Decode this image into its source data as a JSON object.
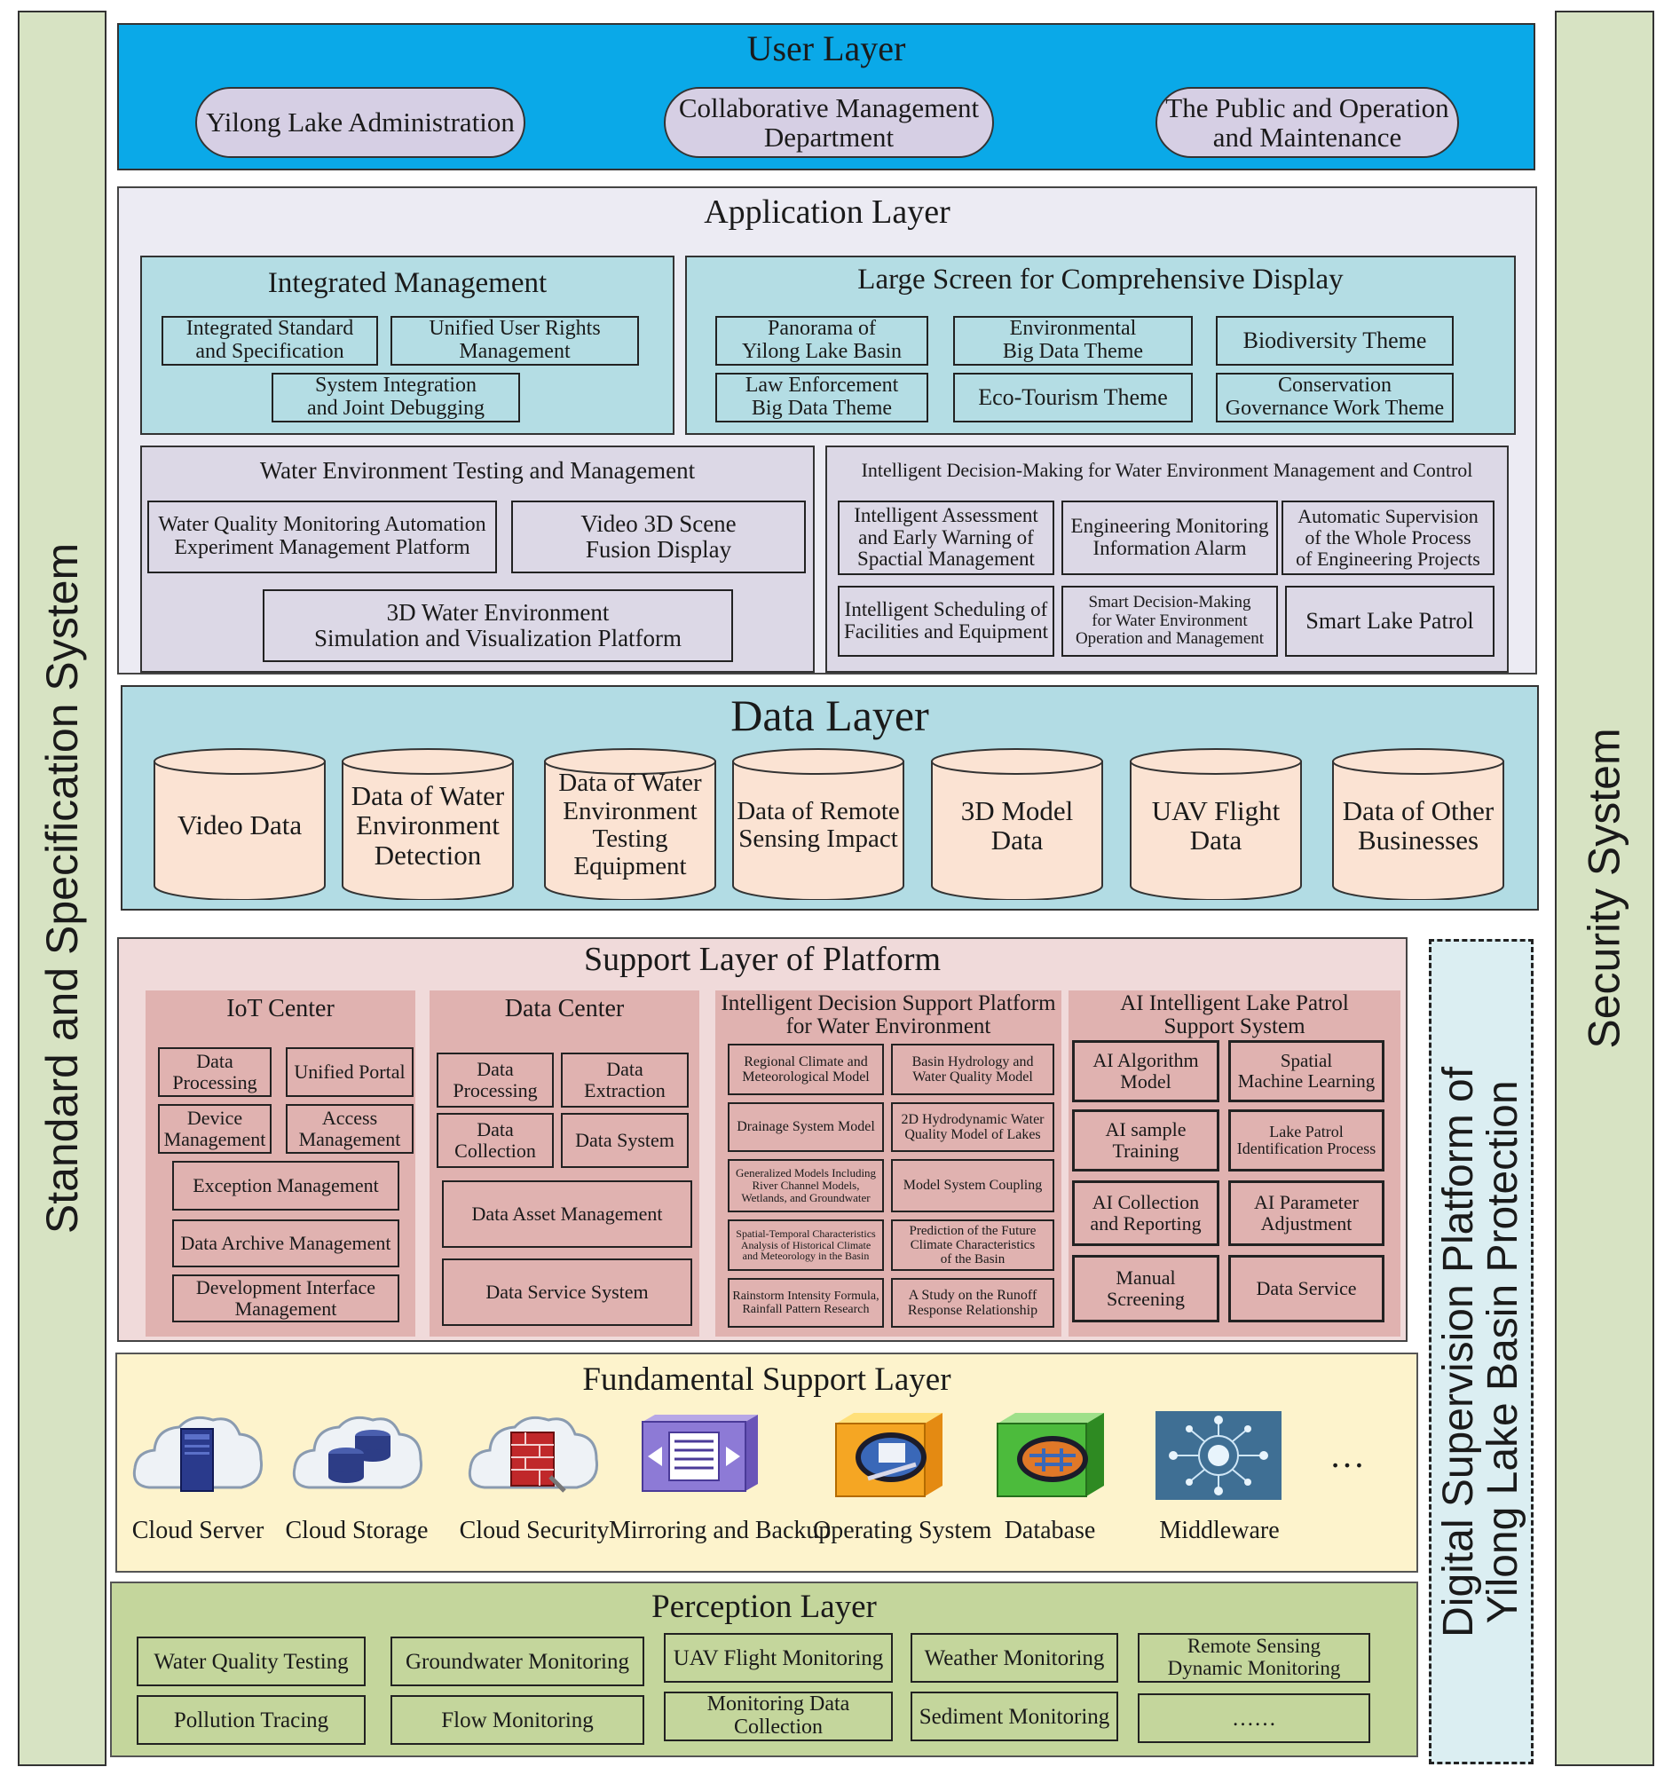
{
  "side": {
    "left": "Standard and Specification System",
    "right": "Security System"
  },
  "platform": {
    "title": "Digital Supervision Platform of\nYilong Lake Basin Protection"
  },
  "user_layer": {
    "title": "User Layer",
    "items": [
      "Yilong Lake Administration",
      "Collaborative Management\nDepartment",
      "The Public and Operation\nand Maintenance"
    ]
  },
  "application_layer": {
    "title": "Application Layer",
    "integrated_management": {
      "title": "Integrated Management",
      "items": [
        "Integrated Standard\nand Specification",
        "Unified User Rights\nManagement",
        "System Integration\nand Joint Debugging"
      ]
    },
    "large_screen": {
      "title": "Large Screen for Comprehensive Display",
      "items": [
        "Panorama of\nYilong Lake Basin",
        "Environmental\nBig Data Theme",
        "Biodiversity Theme",
        "Law Enforcement\nBig Data Theme",
        "Eco-Tourism Theme",
        "Conservation\nGovernance Work Theme"
      ]
    },
    "water_env": {
      "title": "Water Environment Testing and Management",
      "items": [
        "Water Quality Monitoring Automation\nExperiment Management Platform",
        "Video 3D Scene\nFusion Display",
        "3D Water Environment\nSimulation and Visualization Platform"
      ]
    },
    "decision": {
      "title": "Intelligent Decision-Making for Water Environment Management and Control",
      "items": [
        "Intelligent Assessment\nand Early Warning of\nSpactial Management",
        "Engineering Monitoring\nInformation Alarm",
        "Automatic Supervision\nof the Whole Process\nof Engineering Projects",
        "Intelligent Scheduling of\nFacilities and Equipment",
        "Smart Decision-Making\nfor Water Environment\nOperation and Management",
        "Smart Lake Patrol"
      ]
    }
  },
  "data_layer": {
    "title": "Data Layer",
    "items": [
      "Video Data",
      "Data of Water\nEnvironment\nDetection",
      "Data of Water\nEnvironment\nTesting\nEquipment",
      "Data of Remote\nSensing Impact",
      "3D Model\nData",
      "UAV Flight\nData",
      "Data of Other\nBusinesses"
    ]
  },
  "support_layer": {
    "title": "Support Layer of Platform",
    "iot": {
      "title": "IoT Center",
      "items": [
        "Data\nProcessing",
        "Unified Portal",
        "Device\nManagement",
        "Access\nManagement",
        "Exception Management",
        "Data Archive Management",
        "Development Interface\nManagement"
      ]
    },
    "data_center": {
      "title": "Data Center",
      "items": [
        "Data\nProcessing",
        "Data\nExtraction",
        "Data\nCollection",
        "Data System",
        "Data Asset Management",
        "Data Service System"
      ]
    },
    "decision_support": {
      "title": "Intelligent Decision Support Platform\nfor Water Environment",
      "items": [
        "Regional Climate and\nMeteorological Model",
        "Basin Hydrology and\nWater Quality Model",
        "Drainage System Model",
        "2D Hydrodynamic Water\nQuality Model of Lakes",
        "Generalized Models Including\nRiver Channel Models,\nWetlands, and Groundwater",
        "Model System Coupling",
        "Spatial-Temporal Characteristics\nAnalysis of Historical Climate\nand Meteorology in the Basin",
        "Prediction of the Future\nClimate Characteristics\nof the Basin",
        "Rainstorm Intensity Formula,\nRainfall Pattern Research",
        "A Study on the Runoff\nResponse Relationship"
      ]
    },
    "ai_patrol": {
      "title": "AI Intelligent Lake Patrol\nSupport System",
      "items": [
        "AI Algorithm\nModel",
        "Spatial\nMachine Learning",
        "AI sample\nTraining",
        "Lake Patrol\nIdentification Process",
        "AI Collection\nand Reporting",
        "AI Parameter\nAdjustment",
        "Manual\nScreening",
        "Data Service"
      ]
    }
  },
  "fundamental_layer": {
    "title": "Fundamental Support Layer",
    "items": [
      {
        "label": "Cloud Server",
        "icon": "cloud-server-icon"
      },
      {
        "label": "Cloud Storage",
        "icon": "cloud-storage-icon"
      },
      {
        "label": "Cloud Security",
        "icon": "cloud-security-icon"
      },
      {
        "label": "Mirroring and Backup",
        "icon": "mirroring-backup-icon"
      },
      {
        "label": "Operating System",
        "icon": "operating-system-icon"
      },
      {
        "label": "Database",
        "icon": "database-icon"
      },
      {
        "label": "Middleware",
        "icon": "middleware-icon"
      }
    ],
    "ellipsis": "…"
  },
  "perception_layer": {
    "title": "Perception Layer",
    "items": [
      "Water Quality Testing",
      "Groundwater Monitoring",
      "UAV Flight Monitoring",
      "Weather Monitoring",
      "Remote Sensing\nDynamic Monitoring",
      "Pollution Tracing",
      "Flow Monitoring",
      "Monitoring Data\nCollection",
      "Sediment Monitoring",
      "……"
    ]
  },
  "colors": {
    "user_layer": "#0aa9e8",
    "application_layer": "#ecebf3",
    "app_blue_panel": "#b4dde4",
    "app_lilac_panel": "#dcd8e6",
    "data_layer": "#b2dce4",
    "cylinder": "#fbe3d3",
    "support_layer": "#f0dada",
    "support_panel": "#e0b2b0",
    "fundamental_layer": "#fdf3cc",
    "perception_layer": "#c4d69c",
    "side_bars": "#d7e3c3",
    "platform_bar": "#dbeef2"
  }
}
